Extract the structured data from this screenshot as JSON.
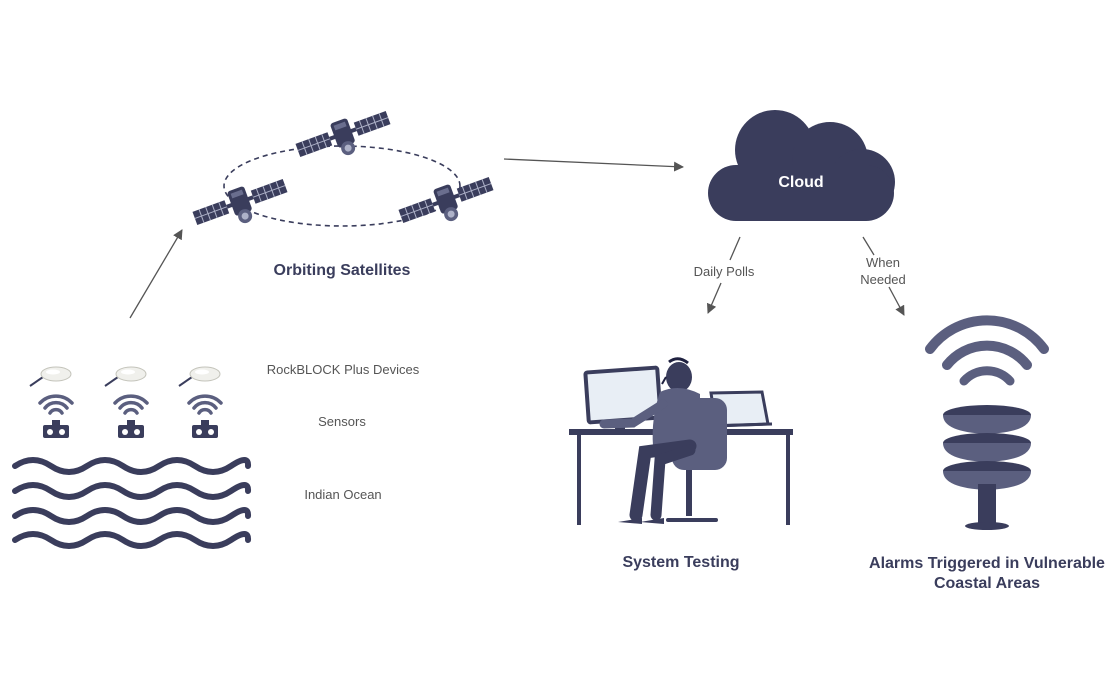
{
  "nodes": {
    "satellites": {
      "label": "Orbiting Satellites"
    },
    "cloud": {
      "label": "Cloud"
    },
    "devices": {
      "label": "RockBLOCK Plus Devices"
    },
    "sensors": {
      "label": "Sensors"
    },
    "ocean": {
      "label": "Indian Ocean"
    },
    "testing": {
      "label": "System Testing"
    },
    "alarms": {
      "label_line1": "Alarms Triggered in Vulnerable",
      "label_line2": "Coastal Areas"
    }
  },
  "edges": {
    "daily_polls": "Daily Polls",
    "when_needed_line1": "When",
    "when_needed_line2": "Needed"
  },
  "colors": {
    "primary": "#3a3d5c",
    "figure": "#5b5f7f",
    "screen": "#e8eef5",
    "device": "#f0f0ec",
    "arrow": "#555555"
  },
  "icons": [
    "satellite-icon",
    "cloud-icon",
    "gps-puck-icon",
    "sensor-icon",
    "wave-icon",
    "operator-desk-icon",
    "siren-tower-icon"
  ]
}
